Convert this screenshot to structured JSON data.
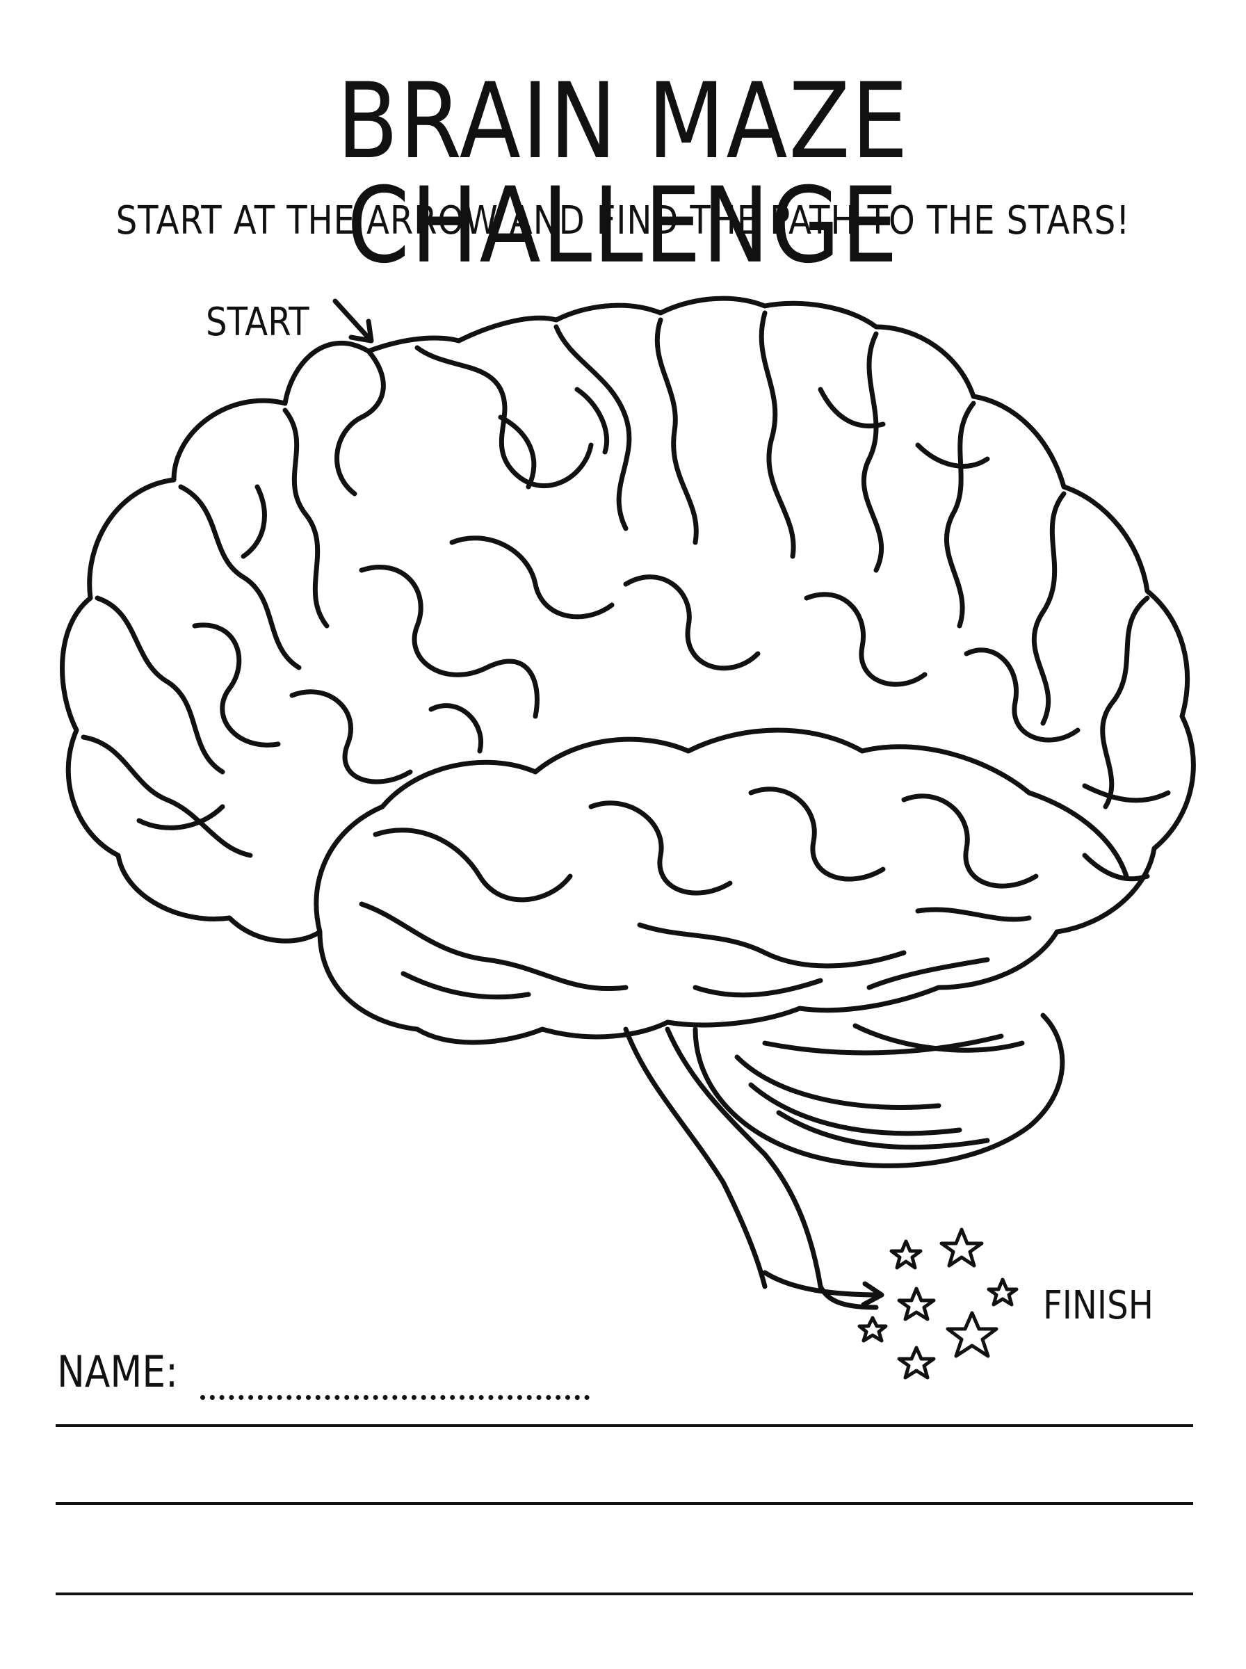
{
  "worksheet": {
    "title": "BRAIN MAZE CHALLENGE",
    "subtitle": "START AT THE ARROW AND FIND THE PATH TO THE STARS!",
    "start_label": "START",
    "finish_label": "FINISH",
    "name_label": "NAME:",
    "writing_lines": 3
  },
  "colors": {
    "ink": "#111111",
    "paper": "#ffffff"
  }
}
